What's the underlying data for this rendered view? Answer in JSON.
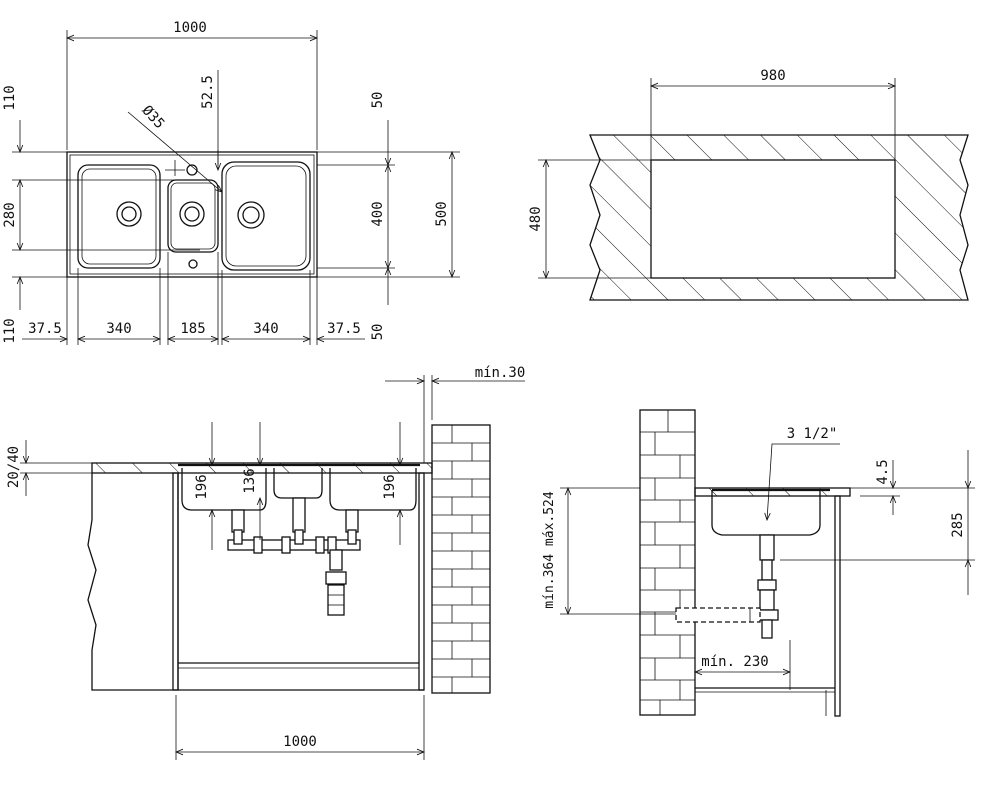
{
  "top_view": {
    "overall_width": "1000",
    "side_top": "110",
    "side_mid": "280",
    "side_bottom": "110",
    "bottom_dims": [
      "37.5",
      "340",
      "185",
      "340",
      "37.5"
    ],
    "hole_dim": "52.5",
    "hole_dia": "Ø35",
    "right_top": "50",
    "right_mid": "400",
    "right_bottom": "50",
    "right_total": "500"
  },
  "cutout_view": {
    "width": "980",
    "height": "480"
  },
  "front_section": {
    "worktop": "20/40",
    "min_wall": "mín.30",
    "depth_left": "196",
    "depth_mid": "136",
    "depth_right": "196",
    "cabinet_width": "1000"
  },
  "side_section": {
    "drain": "3 1/2\"",
    "rim": "4.5",
    "depth": "285",
    "height_range": "mín.364 máx.524",
    "min_depth": "mín. 230"
  }
}
